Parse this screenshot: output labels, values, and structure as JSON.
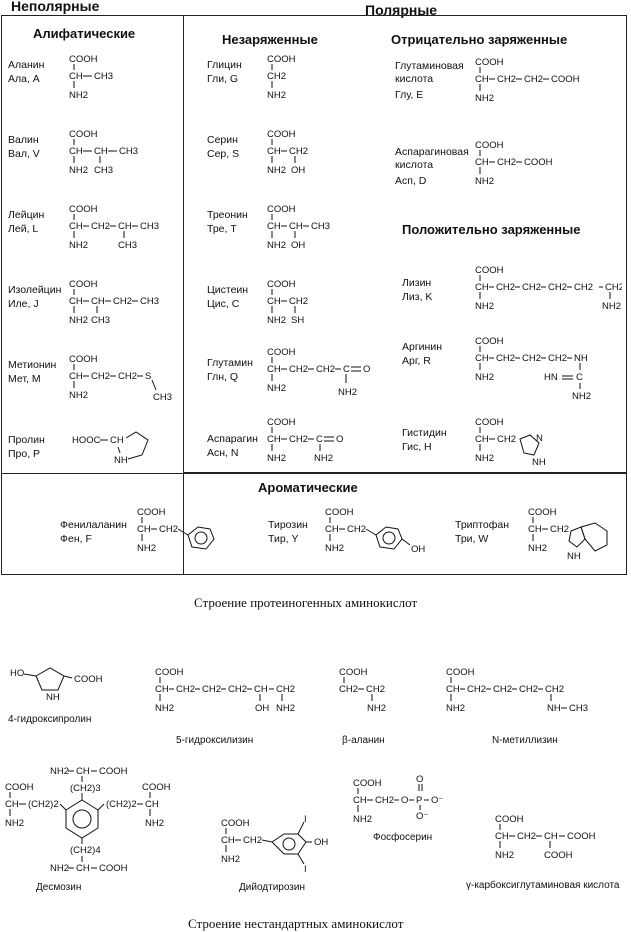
{
  "sections": {
    "nonpolar": "Неполярные",
    "polar": "Полярные",
    "aliphatic": "Алифатические",
    "uncharged": "Незаряженные",
    "negative": "Отрицательно заряженные",
    "positive": "Положительно заряженные",
    "aromatic": "Ароматические"
  },
  "amino": {
    "ala": {
      "name": "Аланин",
      "abbr": "Ала, А"
    },
    "val": {
      "name": "Валин",
      "abbr": "Вал, V"
    },
    "leu": {
      "name": "Лейцин",
      "abbr": "Лей, L"
    },
    "ile": {
      "name": "Изолейцин",
      "abbr": "Иле, J"
    },
    "met": {
      "name": "Метионин",
      "abbr": "Мет, M"
    },
    "pro": {
      "name": "Пролин",
      "abbr": "Про, Р"
    },
    "gly": {
      "name": "Глицин",
      "abbr": "Гли, G"
    },
    "ser": {
      "name": "Серин",
      "abbr": "Сер, S"
    },
    "thr": {
      "name": "Треонин",
      "abbr": "Тре, Т"
    },
    "cys": {
      "name": "Цистеин",
      "abbr": "Цис, С"
    },
    "gln": {
      "name": "Глутамин",
      "abbr": "Глн, Q"
    },
    "asn": {
      "name": "Аспарагин",
      "abbr": "Асн, N"
    },
    "glu": {
      "name1": "Глутаминовая",
      "name2": "кислота",
      "abbr": "Глу, Е"
    },
    "asp": {
      "name1": "Аспарагиновая",
      "name2": "кислота",
      "abbr": "Асп, D"
    },
    "lys": {
      "name": "Лизин",
      "abbr": "Лиз, K"
    },
    "arg": {
      "name": "Аргинин",
      "abbr": "Арг, R"
    },
    "his": {
      "name": "Гистидин",
      "abbr": "Гис, Н"
    },
    "phe": {
      "name": "Фенилаланин",
      "abbr": "Фен, F"
    },
    "tyr": {
      "name": "Тирозин",
      "abbr": "Тир, Y"
    },
    "trp": {
      "name": "Триптофан",
      "abbr": "Три, W"
    }
  },
  "atoms": {
    "cooh": "COOH",
    "ch": "CH",
    "nh2": "NH2",
    "ch3": "CH3",
    "ch2": "CH2",
    "oh": "OH",
    "sh": "SH",
    "s": "S",
    "c": "C",
    "o": "O",
    "nh": "NH",
    "hn": "HN",
    "n": "N",
    "hooc": "HOOC",
    "ho": "HO",
    "p": "P",
    "i": "I",
    "o_minus": "O⁻",
    "ch2_3": "(CH2)3",
    "ch2_4": "(CH2)4",
    "ch2_2": "(CH2)2"
  },
  "captions": {
    "proteinogenic": "Строение протеиногенных аминокислот",
    "nonstandard": "Строение нестандартных аминокислот"
  },
  "nonstandard": {
    "hyp": "4-гидроксипролин",
    "hyl": "5-гидроксилизин",
    "bala": "β-аланин",
    "mlys": "N-метиллизин",
    "des": "Десмозин",
    "dit": "Дийодтирозин",
    "pser": "Фосфосерин",
    "gla": "γ-карбоксиглутаминовая кислота"
  }
}
